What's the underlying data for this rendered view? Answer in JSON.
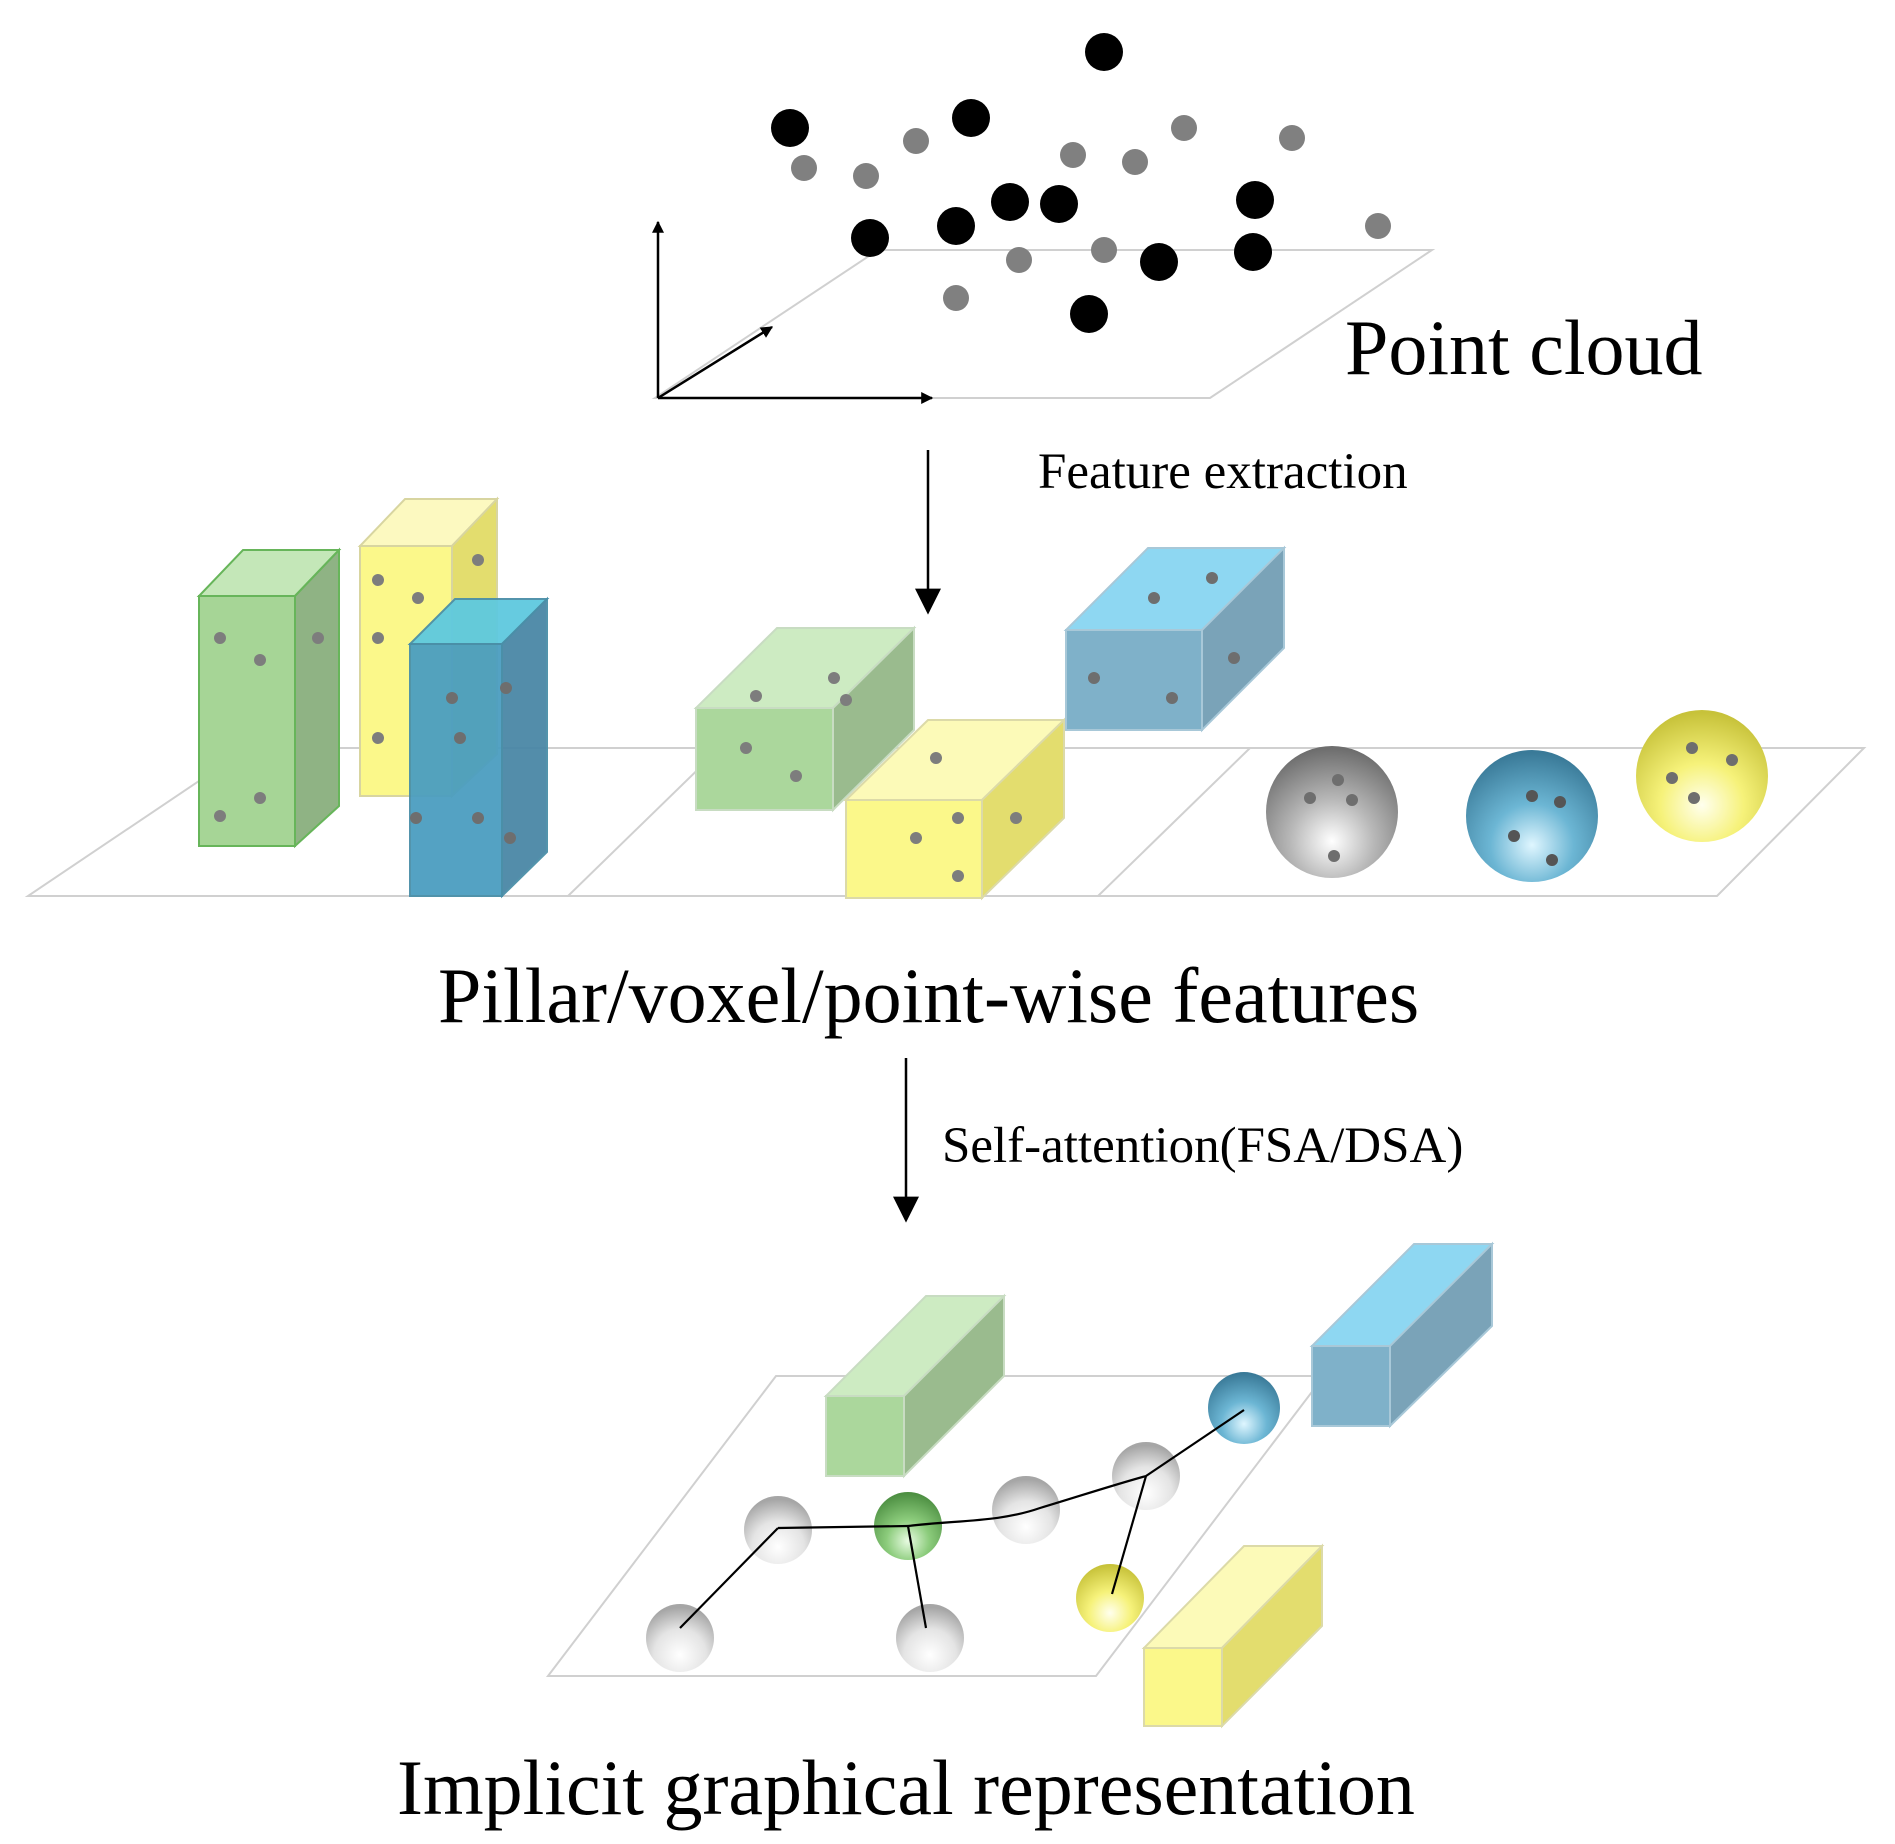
{
  "labels": {
    "point_cloud": "Point cloud",
    "feature_extraction": "Feature extraction",
    "features": "Pillar/voxel/point-wise features",
    "self_attention": "Self-attention(FSA/DSA)",
    "representation": "Implicit graphical representation"
  },
  "colors": {
    "green": "#a8d89a",
    "yellow": "#f7f27a",
    "blue": "#6dbbd8",
    "gray_point": "#808080",
    "plane_line": "#d0d0d0"
  }
}
